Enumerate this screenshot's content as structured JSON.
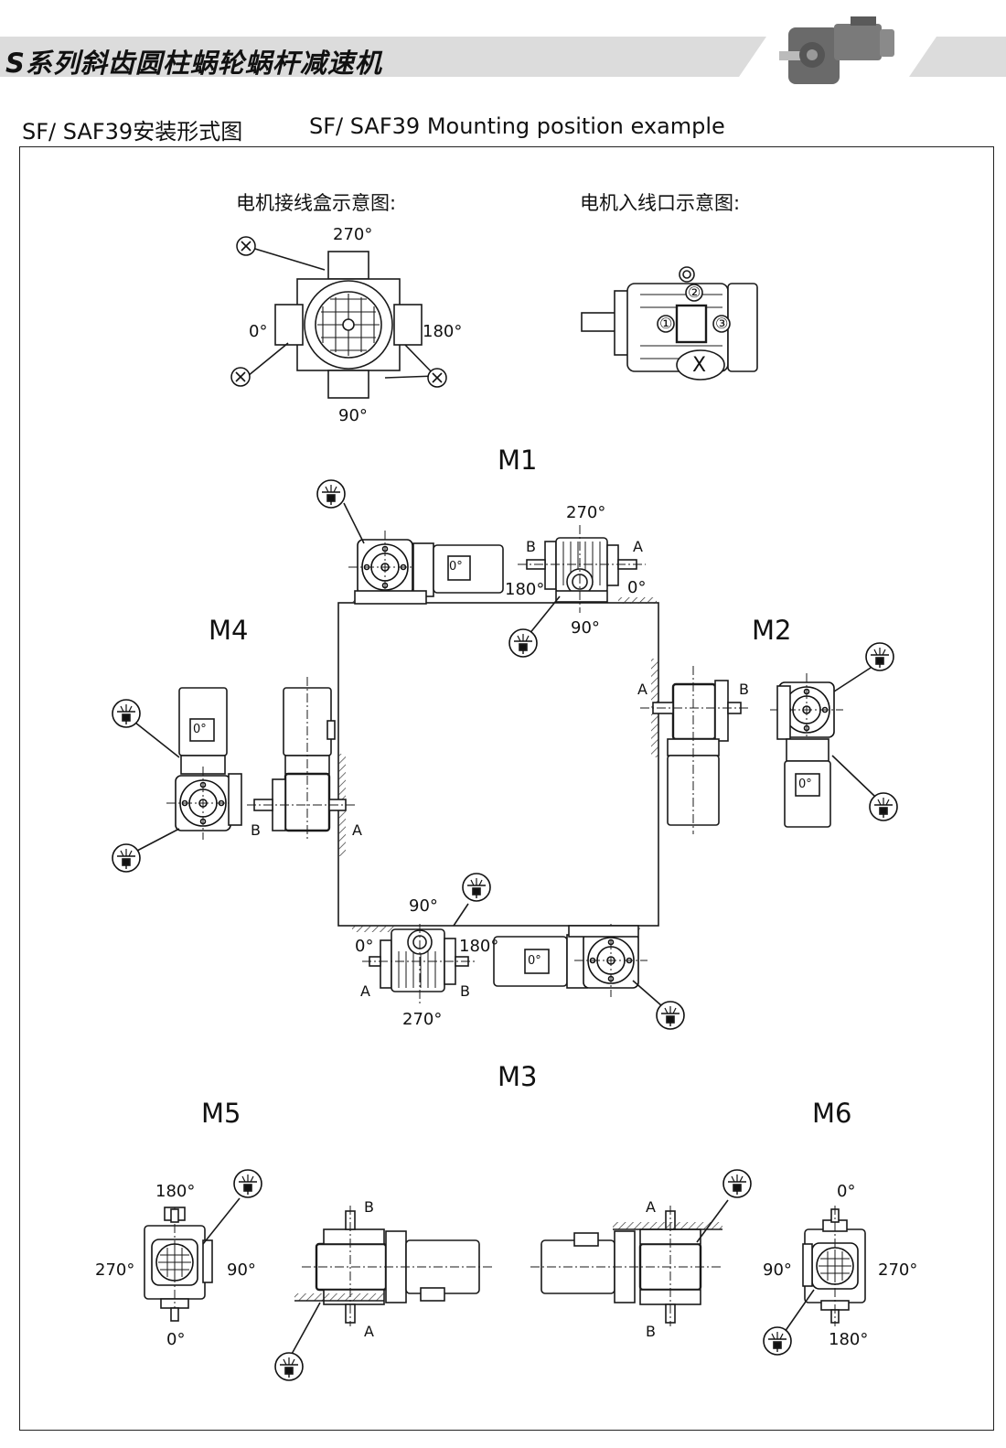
{
  "header": {
    "title": "S系列斜齿圆柱蜗轮蜗杆减速机"
  },
  "subtitle": {
    "chinese": "SF/ SAF39安装形式图",
    "english": "SF/ SAF39 Mounting position example"
  },
  "terminal_box_diagram": {
    "title": "电机接线盒示意图:",
    "angles": {
      "top": "270°",
      "left": "0°",
      "right": "180°",
      "bottom": "90°"
    },
    "marker": "X"
  },
  "cable_entry_diagram": {
    "title": "电机入线口示意图:",
    "entries": [
      "①",
      "②",
      "③"
    ],
    "marker": "X"
  },
  "positions": {
    "M1": {
      "label": "M1",
      "angles": {
        "a270": "270°",
        "a180": "180°",
        "a0": "0°",
        "a90": "90°"
      },
      "ends": {
        "a": "A",
        "b": "B"
      },
      "motor_box": "0°"
    },
    "M2": {
      "label": "M2",
      "ends": {
        "a": "A",
        "b": "B"
      },
      "motor_box": "0°"
    },
    "M3": {
      "label": "M3",
      "angles": {
        "a90": "90°",
        "a0": "0°",
        "a180": "180°",
        "a270": "270°"
      },
      "ends": {
        "a": "A",
        "b": "B"
      },
      "motor_box": "0°"
    },
    "M4": {
      "label": "M4",
      "ends": {
        "a": "A",
        "b": "B"
      },
      "motor_box": "0°"
    },
    "M5": {
      "label": "M5",
      "angles": {
        "a180": "180°",
        "a270": "270°",
        "a90": "90°",
        "a0": "0°"
      },
      "ends": {
        "a": "A",
        "b": "B"
      }
    },
    "M6": {
      "label": "M6",
      "angles": {
        "a0": "0°",
        "a90": "90°",
        "a270": "270°",
        "a180": "180°"
      },
      "ends": {
        "a": "A",
        "b": "B"
      }
    }
  },
  "colors": {
    "banner_bar": "#dedede",
    "line": "#1a1a1a",
    "hatch": "#333333"
  }
}
